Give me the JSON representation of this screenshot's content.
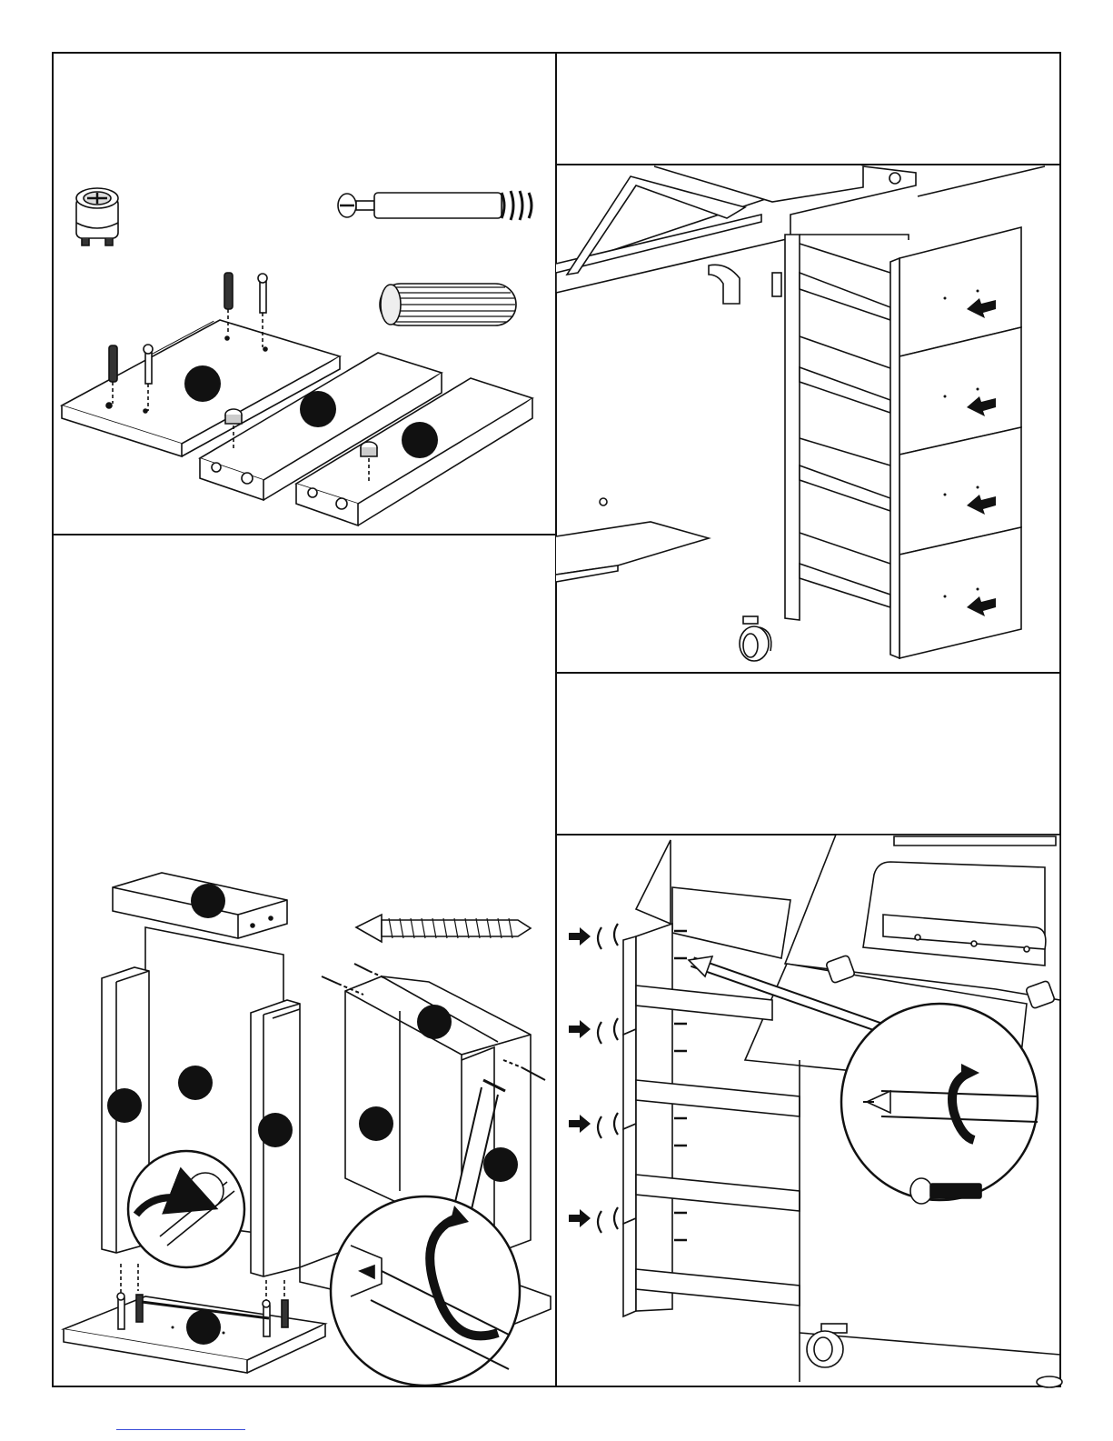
{
  "page": {
    "background": "#ffffff",
    "line_color": "#111111",
    "badge_color": "#111111",
    "link_color": "#3a4dd8"
  },
  "panels": [
    {
      "name": "step-cam-lock-parts",
      "icons": [
        "cam-lock-icon",
        "cam-bolt-icon",
        "wood-dowel-icon",
        "panel-icon",
        "part-badge-icon"
      ]
    },
    {
      "name": "step-drawers-installed",
      "icons": [
        "drawer-icon",
        "push-arrow-icon",
        "caster-wheel-icon"
      ]
    },
    {
      "name": "step-cabinet-frame",
      "icons": [
        "wood-screw-icon",
        "screwdriver-icon",
        "rotate-arrow-icon",
        "part-badge-icon"
      ]
    },
    {
      "name": "step-drawer-handles",
      "icons": [
        "drawer-handle-icon",
        "machine-screw-icon",
        "screwdriver-icon",
        "rotate-arrow-icon",
        "caster-wheel-icon"
      ]
    }
  ]
}
